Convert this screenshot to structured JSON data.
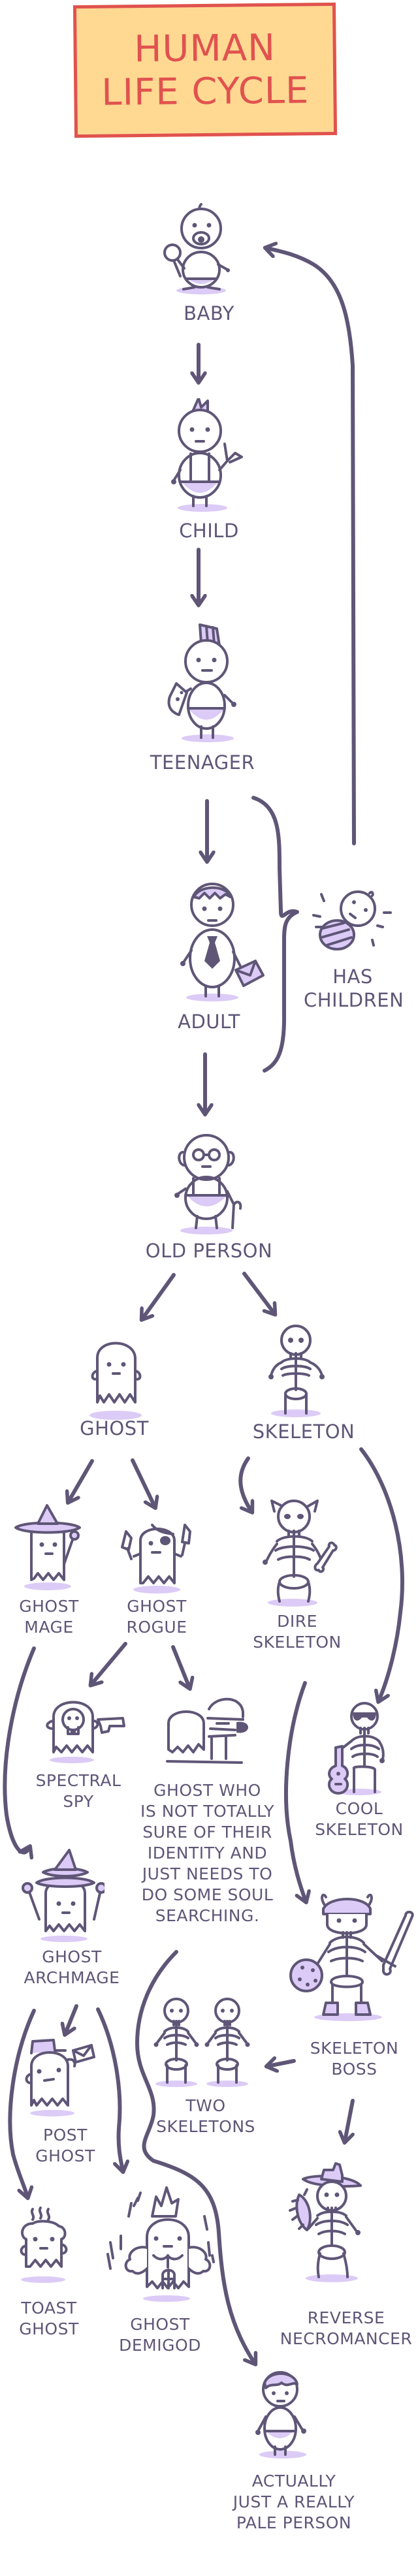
{
  "title": {
    "line1": "HUMAN",
    "line2": "LIFE CYCLE",
    "background_color": "#ffd992",
    "border_color": "#e0524f",
    "text_color": "#e0524f"
  },
  "colors": {
    "ink": "#5f5677",
    "accent_lavender": "#dccbf6",
    "background": "#ffffff"
  },
  "stages": {
    "baby": "BABY",
    "child": "CHILD",
    "teenager": "TEENAGER",
    "adult": "ADULT",
    "has_children": "HAS\nCHILDREN",
    "old_person": "OLD PERSON",
    "ghost": "GHOST",
    "skeleton": "SKELETON",
    "ghost_mage": "GHOST\nMAGE",
    "ghost_rogue": "GHOST\nROGUE",
    "dire_skeleton": "DIRE\nSKELETON",
    "spectral_spy": "SPECTRAL\nSPY",
    "ghost_who": "GHOST WHO\nIS NOT TOTALLY\nSURE OF THEIR\nIDENTITY AND\nJUST NEEDS TO\nDO SOME SOUL\nSEARCHING.",
    "cool_skeleton": "COOL\nSKELETON",
    "ghost_archmage": "GHOST\nARCHMAGE",
    "skeleton_boss": "SKELETON\nBOSS",
    "two_skeletons": "TWO\nSKELETONS",
    "post_ghost": "POST\nGHOST",
    "toast_ghost": "TOAST\nGHOST",
    "ghost_demigod": "GHOST\nDEMIGOD",
    "reverse_necromancer": "REVERSE\nNECROMANCER",
    "pale_person": "ACTUALLY\nJUST A REALLY\nPALE PERSON"
  },
  "flow": [
    [
      "BABY",
      "CHILD"
    ],
    [
      "CHILD",
      "TEENAGER"
    ],
    [
      "TEENAGER",
      "ADULT"
    ],
    [
      "TEENAGER..ADULT",
      "HAS CHILDREN"
    ],
    [
      "HAS CHILDREN",
      "BABY"
    ],
    [
      "ADULT",
      "OLD PERSON"
    ],
    [
      "OLD PERSON",
      "GHOST"
    ],
    [
      "OLD PERSON",
      "SKELETON"
    ],
    [
      "GHOST",
      "GHOST MAGE"
    ],
    [
      "GHOST",
      "GHOST ROGUE"
    ],
    [
      "SKELETON",
      "DIRE SKELETON"
    ],
    [
      "SKELETON",
      "COOL SKELETON"
    ],
    [
      "GHOST ROGUE",
      "SPECTRAL SPY"
    ],
    [
      "GHOST ROGUE",
      "GHOST WHO IS NOT TOTALLY SURE OF THEIR IDENTITY"
    ],
    [
      "GHOST MAGE",
      "GHOST ARCHMAGE"
    ],
    [
      "DIRE SKELETON",
      "SKELETON BOSS"
    ],
    [
      "SKELETON BOSS",
      "TWO SKELETONS"
    ],
    [
      "SKELETON BOSS",
      "REVERSE NECROMANCER"
    ],
    [
      "GHOST ARCHMAGE",
      "POST GHOST"
    ],
    [
      "GHOST ARCHMAGE",
      "TOAST GHOST"
    ],
    [
      "GHOST ARCHMAGE",
      "GHOST DEMIGOD"
    ],
    [
      "REVERSE NECROMANCER",
      "ACTUALLY JUST A REALLY PALE PERSON"
    ]
  ]
}
